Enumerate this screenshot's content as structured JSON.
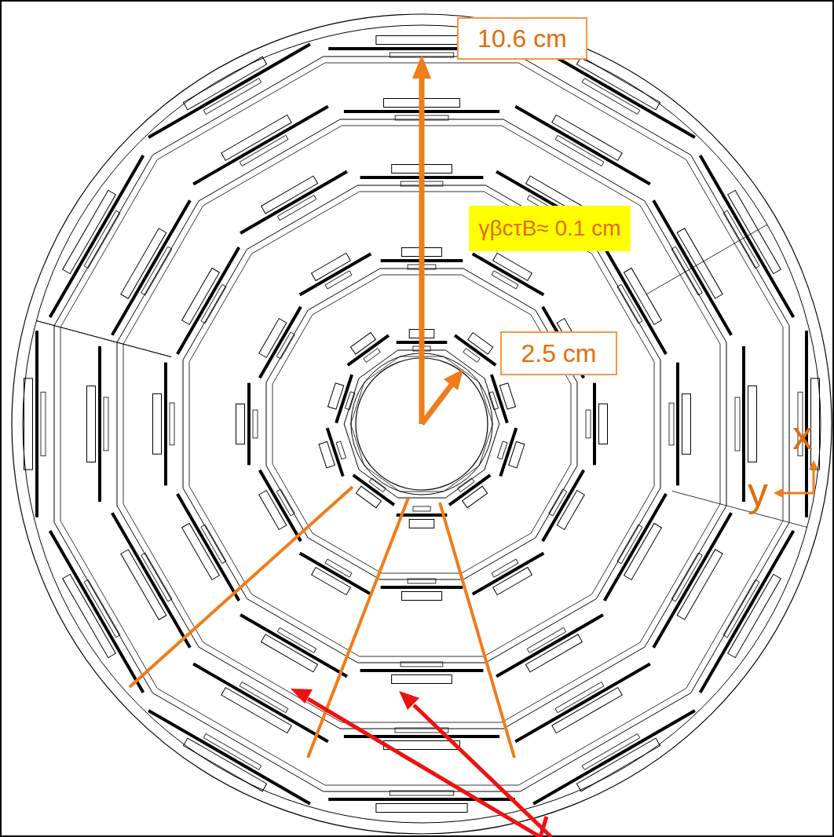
{
  "diagram": {
    "nodes": [
      {
        "text": [
          "10.6 cm"
        ]
      },
      {
        "text": [
          "γβcτB≈ 0.1 cm"
        ]
      },
      {
        "text": [
          "2.5 cm"
        ]
      }
    ],
    "labels": [
      "x",
      "y"
    ]
  }
}
